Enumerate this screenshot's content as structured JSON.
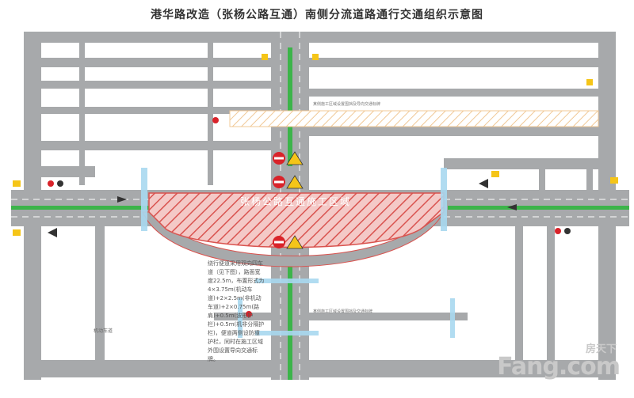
{
  "title": "港华路改造（张杨公路互通）南侧分流道路通行交通组织示意图",
  "construction_zone_label": "张杨公路互通施工区域",
  "description": "绕行便道采用双向四车道（见下图），路面宽度22.5m，布置形式为4×3.75m(机动车道)+2×2.5m(非机动车道)+2×0.75m(路肩)+0.5m(波形护栏)+0.5m(机非分隔护栏)，便道两侧设防撞护栏，同时在施工区域外围设置导向交通标牌。",
  "note_top": "某侧施工区域设置围挡及导向交通标牌",
  "note_bottom": "某侧施工区域设置围挡及交通标牌",
  "cross_section_label": "机动车道",
  "watermark": {
    "main": "Fang.com",
    "sub": "房天下"
  },
  "colors": {
    "road": "#a7a9ab",
    "road_edge": "#ffffff",
    "hatch": "#d9534f",
    "green_lane": "#3cb44a",
    "blue_band": "#a8d8ef",
    "sign_red": "#d9232a",
    "sign_yellow": "#f5c518"
  },
  "icons": [
    "no-entry-sign-icon",
    "construction-warning-icon",
    "direction-arrow-icon",
    "detour-sign-icon"
  ]
}
